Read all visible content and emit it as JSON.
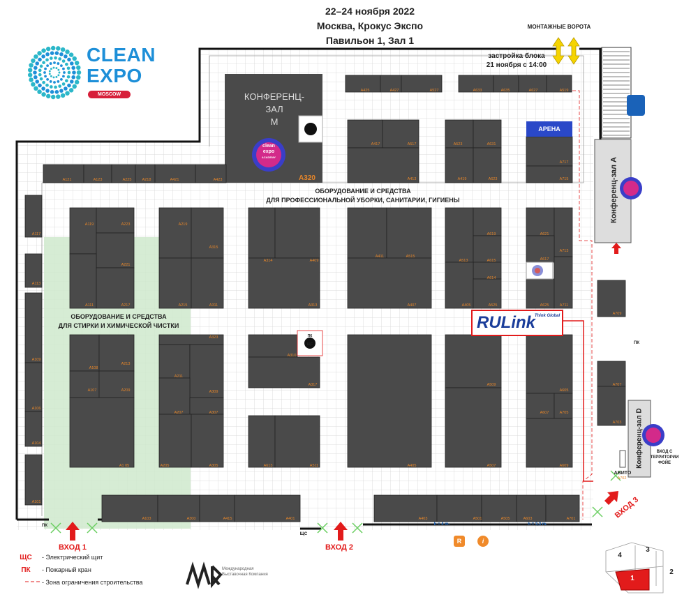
{
  "header": {
    "dates": "22–24 ноября 2022",
    "venue": "Москва, Крокус Экспо",
    "hall": "Павильон 1, Зал 1"
  },
  "logo": {
    "line1": "CLEAN",
    "line2": "EXPO",
    "badge": "MOSCOW",
    "color": "#1d8fd8"
  },
  "gates": {
    "label": "МОНТАЖНЫЕ ВОРОТА",
    "setup": "застройка блока",
    "setup_time": "21 ноября с 14:00"
  },
  "zones": {
    "conf_m": "КОНФЕРЕНЦ-\nЗАЛ\nМ",
    "conf_a": "Конференц-зал А",
    "conf_d": "Конференц-зал D",
    "cleaning": "ОБОРУДОВАНИЕ И СРЕДСТВА",
    "cleaning2": "ДЛЯ ПРОФЕССИОНАЛЬНОЙ УБОРКИ, САНИТАРИИ, ГИГИЕНЫ",
    "laundry": "ОБОРУДОВАНИЕ И СРЕДСТВА",
    "laundry2": "ДЛЯ СТИРКИ И ХИМИЧЕСКОЙ ЧИСТКИ",
    "arena": "АРЕНА",
    "rulink": "RULink",
    "rulink_sub": "Think Global",
    "avito": "АВИТО",
    "foyer_entry": "ВХОД С\nТЕРРИТОРИИ\nФОЙЕ"
  },
  "academy": {
    "l1": "clean",
    "l2": "expo",
    "l3": "ACADEMY"
  },
  "booths": {
    "A320": "A320",
    "A121": "A121",
    "A123": "A123",
    "A225": "A225",
    "A218": "A218",
    "A421": "A421",
    "A423": "A423",
    "A425": "A425",
    "A427": "A427",
    "A527": "A527",
    "A633": "A633",
    "A635": "A635",
    "A627": "A627",
    "A519": "A519",
    "A417": "A417",
    "A517": "A517",
    "A413": "A413",
    "A523": "A523",
    "A631": "A631",
    "A419": "A419",
    "A623": "A623",
    "A717": "A717",
    "A715": "A715",
    "A117": "A117",
    "A113": "A113",
    "A109": "A109",
    "A106": "A106",
    "A104": "A104",
    "A101": "A101",
    "A119": "A119",
    "A223": "A223",
    "A221": "A221",
    "A111": "A111",
    "A217": "A217",
    "A219": "A219",
    "A315": "A315",
    "A215": "A215",
    "A311": "A311",
    "A314": "A314",
    "A409": "A409",
    "A313": "A313",
    "A411": "A411",
    "A515": "A515",
    "A407": "A407",
    "A513": "A513",
    "A619": "A619",
    "A615": "A615",
    "A614": "A614",
    "A405": "A405",
    "A525": "A525",
    "A621": "A621",
    "A713": "A713",
    "A617": "A617",
    "A625": "A625",
    "A711": "A711",
    "A709": "A709",
    "A707": "A707",
    "A703": "A703",
    "A702": "A702",
    "A108": "A108",
    "A213": "A213",
    "A107": "A107",
    "A209": "A209",
    "A105": "A1 05",
    "A323": "A323",
    "A211": "A211",
    "A309": "A309",
    "A207": "A207",
    "A307": "A307",
    "A205": "A205",
    "A305": "A305",
    "A310": "A310",
    "A317": "A317",
    "A613": "A613",
    "A511": "A511",
    "A405b": "A405",
    "A509": "A509",
    "A507": "A507",
    "A605": "A605",
    "A607": "A607",
    "A705": "A705",
    "A609": "A609",
    "A103": "A103",
    "A300": "A300",
    "A415": "A415",
    "A401": "A401",
    "A403": "A403",
    "A501": "A501",
    "A505": "A505",
    "A603": "A603",
    "A701": "A701"
  },
  "heights": {
    "h1": "h = 4 m.",
    "h2": "h = 3,3 m."
  },
  "entries": {
    "e1": "ВХОД 1",
    "e2": "ВХОД 2",
    "e3": "ВХОД 3"
  },
  "marks": {
    "pk": "ПК",
    "shs": "ЩС"
  },
  "legend": [
    {
      "key": "ЩС",
      "text": "- Электрический щит"
    },
    {
      "key": "ПК",
      "text": "- Пожарный кран"
    },
    {
      "key": "",
      "text": "- Зона ограничения строительства"
    }
  ],
  "mvk": {
    "text": "Международная Выставочная Компания"
  },
  "halls_mini": {
    "h1": "1",
    "h2": "2",
    "h3": "3",
    "h4": "4"
  },
  "colors": {
    "booth": "#4a4a4a",
    "booth_label": "#e6862a",
    "grid": "#d0d0d0",
    "green_zone": "#cfe9cc",
    "red": "#e21b1b"
  }
}
